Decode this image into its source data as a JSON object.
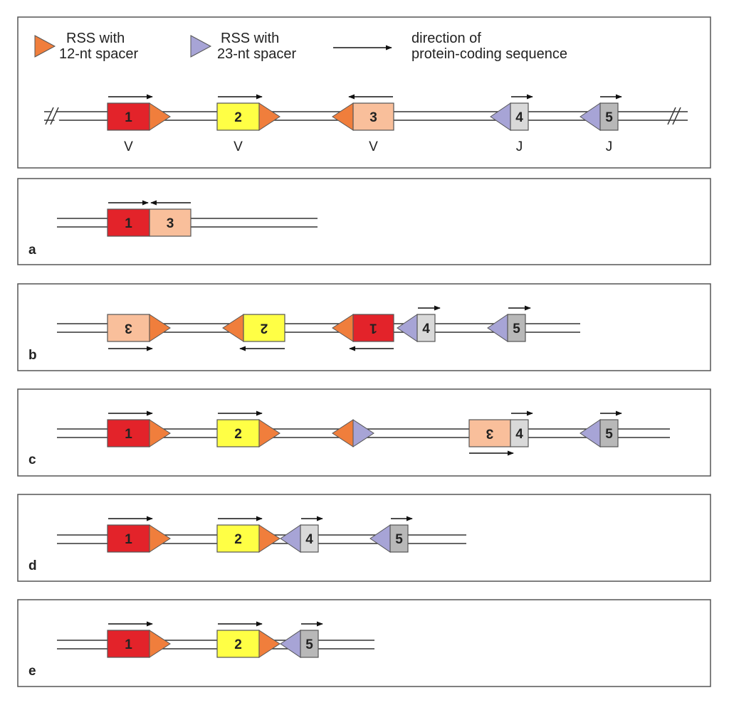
{
  "legend": {
    "rss12_line1": "RSS with",
    "rss12_line2": "12-nt spacer",
    "rss23_line1": "RSS with",
    "rss23_line2": "23-nt spacer",
    "arrow_line1": "direction of",
    "arrow_line2": "protein-coding sequence"
  },
  "colors": {
    "seg1": "#e3232a",
    "seg2": "#ffff45",
    "seg3": "#f9bf9b",
    "seg4": "#d9d9d9",
    "seg5": "#b8b8b8",
    "rss12": "#f07e3c",
    "rss23": "#a7a4d6"
  },
  "germline": {
    "segments": [
      {
        "label": "1",
        "type": "V"
      },
      {
        "label": "2",
        "type": "V"
      },
      {
        "label": "3",
        "type": "V"
      },
      {
        "label": "4",
        "type": "J"
      },
      {
        "label": "5",
        "type": "J"
      }
    ]
  },
  "panels": [
    {
      "letter": "a",
      "labels": [
        "1",
        "3"
      ]
    },
    {
      "letter": "b",
      "labels": [
        "3",
        "2",
        "1",
        "4",
        "5"
      ]
    },
    {
      "letter": "c",
      "labels": [
        "1",
        "2",
        "3",
        "4",
        "5"
      ]
    },
    {
      "letter": "d",
      "labels": [
        "1",
        "2",
        "4",
        "5"
      ]
    },
    {
      "letter": "e",
      "labels": [
        "1",
        "2",
        "5"
      ]
    }
  ]
}
